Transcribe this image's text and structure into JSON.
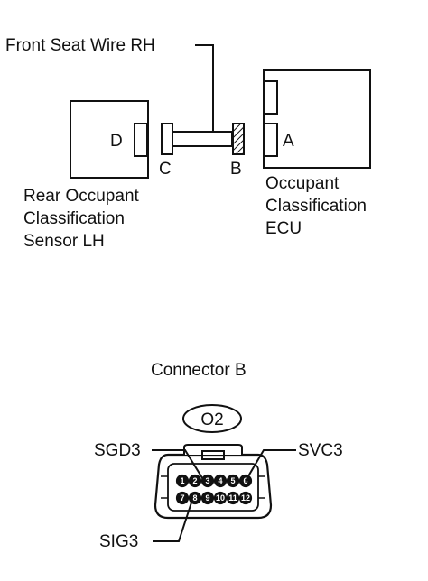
{
  "wire_label": "Front Seat Wire RH",
  "rear_sensor": {
    "connector": "D",
    "name_lines": [
      "Rear Occupant",
      "Classification",
      "Sensor LH"
    ]
  },
  "wire_connectors": {
    "left": "C",
    "right": "B"
  },
  "ecu": {
    "connector": "A",
    "name_lines": [
      "Occupant",
      "Classification",
      "ECU"
    ]
  },
  "connector_detail": {
    "title": "Connector B",
    "code": "O2",
    "pins_top": [
      "1",
      "2",
      "3",
      "4",
      "5",
      "6"
    ],
    "pins_bottom": [
      "7",
      "8",
      "9",
      "10",
      "11",
      "12"
    ],
    "callouts": {
      "sgd3": "SGD3",
      "svc3": "SVC3",
      "sig3": "SIG3"
    }
  }
}
